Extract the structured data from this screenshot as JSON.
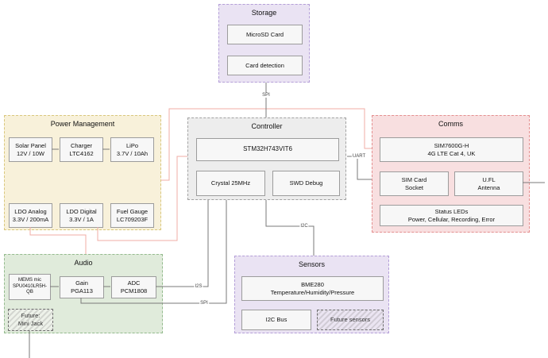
{
  "groups": {
    "storage": {
      "title": "Storage"
    },
    "power": {
      "title": "Power Management"
    },
    "controller": {
      "title": "Controller"
    },
    "comms": {
      "title": "Comms"
    },
    "audio": {
      "title": "Audio"
    },
    "sensors": {
      "title": "Sensors"
    }
  },
  "blocks": {
    "microsd": {
      "label": "MicroSD Card"
    },
    "card_detection": {
      "label": "Card detection"
    },
    "solar": {
      "line1": "Solar Panel",
      "line2": "12V / 10W"
    },
    "charger": {
      "line1": "Charger",
      "line2": "LTC4162"
    },
    "lipo": {
      "line1": "LiPo",
      "line2": "3.7V / 10Ah"
    },
    "ldo_analog": {
      "line1": "LDO Analog",
      "line2": "3.3V / 200mA"
    },
    "ldo_digital": {
      "line1": "LDO Digital",
      "line2": "3.3V / 1A"
    },
    "fuel_gauge": {
      "line1": "Fuel Gauge",
      "line2": "LC709203F"
    },
    "stm32": {
      "label": "STM32H743VIT6"
    },
    "crystal": {
      "label": "Crystal 25MHz"
    },
    "swd": {
      "label": "SWD Debug"
    },
    "sim7600": {
      "line1": "SIM7600G-H",
      "line2": "4G LTE Cat 4, UK"
    },
    "sim_socket": {
      "line1": "SIM Card",
      "line2": "Socket"
    },
    "ufl_antenna": {
      "line1": "U.FL",
      "line2": "Antenna"
    },
    "status_leds": {
      "line1": "Status LEDs",
      "line2": "Power, Cellular, Recording, Error"
    },
    "mems_mic": {
      "line1": "MEMS mic",
      "line2": "SPU0410LR5H-QB"
    },
    "gain": {
      "line1": "Gain",
      "line2": "PGA113"
    },
    "adc": {
      "line1": "ADC",
      "line2": "PCM1808"
    },
    "mini_jack": {
      "line1": "Future:",
      "line2": "Mini Jack"
    },
    "bme280": {
      "line1": "BME280",
      "line2": "Temperature/Humidity/Pressure"
    },
    "i2c_bus": {
      "label": "I2C Bus"
    },
    "future_sensors": {
      "label": "Future sensors"
    }
  },
  "nets": {
    "spi_storage": "SPI",
    "uart": "UART",
    "i2c": "I2C",
    "i2s": "I2S",
    "spi_audio": "SPI"
  },
  "colors": {
    "power_line": "#f0aca6",
    "signal_line": "#7a7a7a",
    "storage_bg": "#eae3f3",
    "storage_border": "#b49fd8",
    "power_bg": "#f8f1da",
    "power_border": "#d9c77d",
    "controller_bg": "#ededed",
    "controller_border": "#a2a2a2",
    "comms_bg": "#f8dfe0",
    "comms_border": "#e48f8f",
    "audio_bg": "#e0ebdb",
    "audio_border": "#94bb8e",
    "sensors_bg": "#eae3f3",
    "sensors_border": "#b49fd8"
  }
}
